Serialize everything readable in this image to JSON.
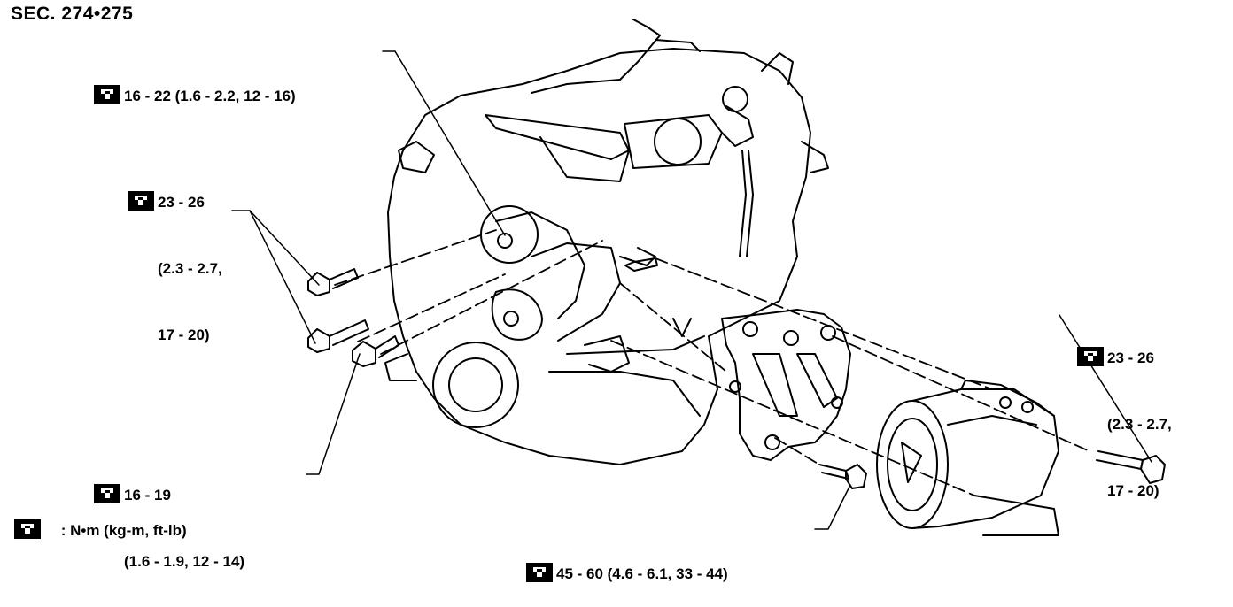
{
  "section": "SEC. 274•275",
  "callouts": {
    "top": {
      "line1": "16 - 22 (1.6 - 2.2, 12 - 16)"
    },
    "left_upper": {
      "line1": "23 - 26",
      "line2": "(2.3 - 2.7,",
      "line3": "17 - 20)"
    },
    "left_lower": {
      "line1": "16 - 19",
      "line2": "(1.6 - 1.9, 12 - 14)"
    },
    "right": {
      "line1": "23 - 26",
      "line2": "(2.3 - 2.7,",
      "line3": "17 - 20)"
    },
    "bottom": {
      "line1": "45 - 60 (4.6 - 6.1, 33 - 44)"
    }
  },
  "legend": {
    "text": ": N•m (kg-m, ft-lb)",
    "icon": "torque-wrench-icon"
  }
}
